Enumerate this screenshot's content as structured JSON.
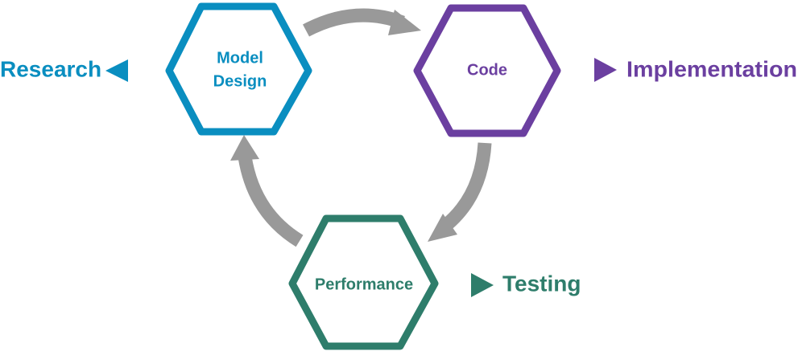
{
  "colors": {
    "research": "#0a8ec0",
    "implementation": "#6b3fa0",
    "testing": "#2e7d6b",
    "arrow": "#999999"
  },
  "nodes": {
    "model_design": {
      "line1": "Model",
      "line2": "Design"
    },
    "code": {
      "label": "Code"
    },
    "performance": {
      "label": "Performance"
    }
  },
  "side_labels": {
    "research": "Research",
    "implementation": "Implementation",
    "testing": "Testing"
  },
  "icons": {
    "research": "triangle-left-icon",
    "implementation": "triangle-right-icon",
    "testing": "triangle-right-icon"
  }
}
